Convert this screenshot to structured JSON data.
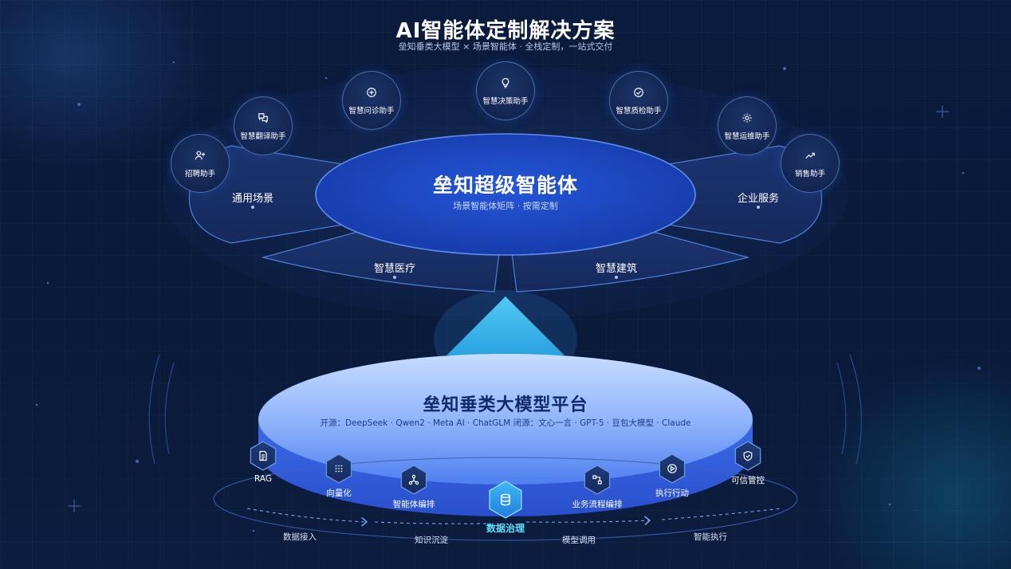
{
  "header": {
    "title": "AI智能体定制解决方案",
    "subtitle": "垒知垂类大模型 × 场景智能体 · 全栈定制，一站式交付"
  },
  "hub": {
    "title": "垒知超级智能体",
    "subtitle": "场景智能体矩阵 · 按需定制"
  },
  "sectors": {
    "left": "通用场景",
    "right": "企业服务",
    "bottom_left": "智慧医疗",
    "bottom_right": "智慧建筑"
  },
  "assistants": [
    {
      "label": "招聘助手",
      "icon": "user-plus-icon"
    },
    {
      "label": "智慧翻译助手",
      "icon": "translate-icon"
    },
    {
      "label": "智慧问诊助手",
      "icon": "plus-circle-icon"
    },
    {
      "label": "智慧决策助手",
      "icon": "lightbulb-icon"
    },
    {
      "label": "智慧质检助手",
      "icon": "check-circle-icon"
    },
    {
      "label": "智慧运维助手",
      "icon": "gear-icon"
    },
    {
      "label": "销售助手",
      "icon": "trend-up-icon"
    }
  ],
  "platform": {
    "title": "垒知垂类大模型平台",
    "models": "开源：DeepSeek · Qwen2 · Meta AI · ChatGLM      闭源：文心一言 · GPT-5 · 豆包大模型 · Claude"
  },
  "capabilities": [
    {
      "label": "RAG",
      "icon": "document-icon"
    },
    {
      "label": "向量化",
      "icon": "grid-dots-icon"
    },
    {
      "label": "智能体编排",
      "icon": "network-icon"
    },
    {
      "label": "数据治理",
      "icon": "database-icon",
      "active": true
    },
    {
      "label": "业务流程编排",
      "icon": "workflow-icon"
    },
    {
      "label": "执行行动",
      "icon": "play-icon"
    },
    {
      "label": "可信管控",
      "icon": "shield-check-icon"
    }
  ],
  "flow": [
    "数据接入",
    "知识沉淀",
    "模型调用",
    "智能执行"
  ],
  "colors": {
    "accent": "#2a5be0",
    "hub": "#1d45c6",
    "platform_top": "#a9c6ff",
    "active": "#5fe1ff"
  }
}
